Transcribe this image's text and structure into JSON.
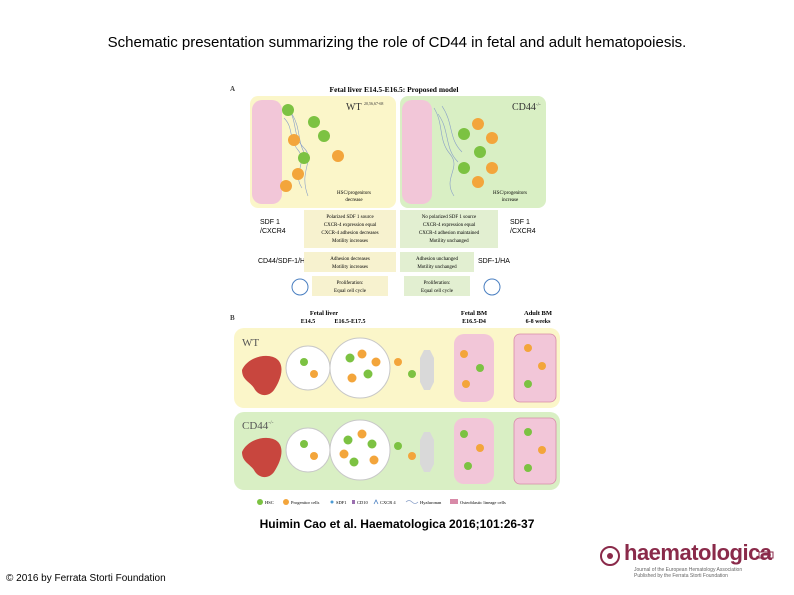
{
  "slide": {
    "title": "Schematic presentation summarizing the role of CD44 in fetal and adult hematopoiesis.",
    "citation": "Huimin Cao et al. Haematologica 2016;101:26-37",
    "copyright": "© 2016 by Ferrata Storti Foundation"
  },
  "panel_a": {
    "letter": "A",
    "title": "Fetal liver E14.5-E16.5: Proposed model",
    "wt_label": "WT",
    "wt_refs": "20,56,67-68",
    "ko_label": "CD44",
    "ko_sup": "-/-",
    "wt_result": [
      "HSC/progenitors",
      "decrease"
    ],
    "ko_result": [
      "HSC/progenitors",
      "increase"
    ],
    "sdf_left": [
      "SDF 1",
      "/CXCR4"
    ],
    "sdf_right": [
      "SDF 1",
      "/CXCR4"
    ],
    "wt_sdf_box": [
      "Polarized SDF 1 source",
      "CXCR-4 expression equal",
      "CXCR-4 adhesion decreases",
      "Motility increases"
    ],
    "ko_sdf_box": [
      "No polarized SDF 1 source",
      "CXCR-4 expression equal",
      "CXCR-4 adhesion maintained",
      "Motility unchanged"
    ],
    "ha_left": "CD44/SDF-1/HA",
    "ha_right": "SDF-1/HA",
    "wt_ha_box": [
      "Adhesion decreases",
      "Motility increases"
    ],
    "ko_ha_box": [
      "Adhesion unchanged",
      "Motility unchanged"
    ],
    "wt_prolif_box": [
      "Proliferation:",
      "Equal cell cycle"
    ],
    "ko_prolif_box": [
      "Proliferation:",
      "Equal cell cycle"
    ]
  },
  "panel_b": {
    "letter": "B",
    "fetal_liver_header": "Fetal liver",
    "fl_stage_1": "E14.5",
    "fl_stage_2": "E16.5-E17.5",
    "fetal_bm_header": "Fetal BM",
    "fbm_stage": "E16.5-D4",
    "adult_bm_header": "Adult BM",
    "abm_stage": "6-8 weeks",
    "wt_label": "WT",
    "ko_label": "CD44",
    "ko_sup": "-/-"
  },
  "legend": {
    "items": [
      "HSC",
      "Progenitor cells",
      "SDF1",
      "CD10",
      "CXCR 4",
      "Hyaluronan",
      "Osteoblastic lineage cells"
    ]
  },
  "logo": {
    "wordmark": "haematologica",
    "subline_1": "Journal of the European Hematology Association",
    "subline_2": "Published by the Ferrata Storti Foundation"
  },
  "colors": {
    "wt_bg": "#fbf6c9",
    "ko_bg": "#d9efc4",
    "vessel": "#f2c6d8",
    "hsc": "#7cc242",
    "progenitor": "#f3a53b",
    "liver": "#c8463e",
    "box": "#f7f2cf",
    "logo": "#8a2a4a"
  }
}
